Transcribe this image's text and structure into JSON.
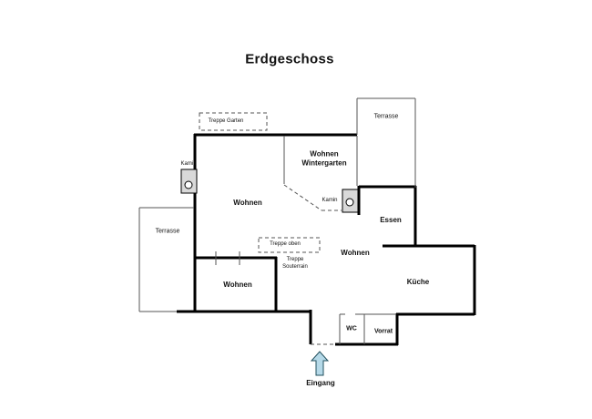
{
  "title": "Erdgeschoss",
  "labels": {
    "terrasse_top": "Terrasse",
    "terrasse_left": "Terrasse",
    "wintergarten_line1": "Wohnen",
    "wintergarten_line2": "Wintergarten",
    "wohnen_main": "Wohnen",
    "wohnen_mitte": "Wohnen",
    "wohnen_unten": "Wohnen",
    "essen": "Essen",
    "kueche": "Küche",
    "wc": "WC",
    "vorrat": "Vorrat",
    "eingang": "Eingang",
    "kamin_left": "Kamin",
    "kamin_right": "Kamin",
    "treppe_garten": "Treppe Garten",
    "treppe_oben": "Treppe oben",
    "treppe_souterrain_line1": "Treppe",
    "treppe_souterrain_line2": "Souterrain"
  },
  "colors": {
    "wall": "#000000",
    "thin_line": "#555555",
    "kamin_fill": "#d9d9d9",
    "arrow_fill": "#b5d9e8",
    "background": "#ffffff"
  }
}
